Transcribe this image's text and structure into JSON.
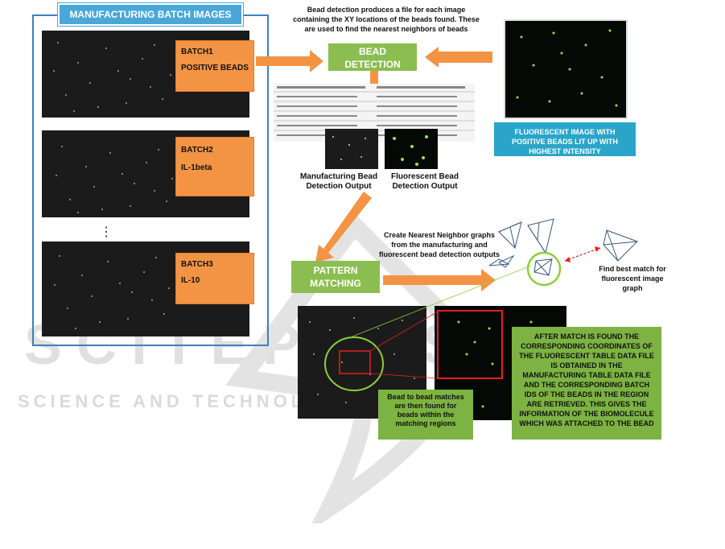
{
  "watermark": {
    "line1": "SCITEPRESS",
    "line2": "SCIENCE AND TECHNOLOGY PUBLICATIONS"
  },
  "left_panel": {
    "title": "MANUFACTURING BATCH IMAGES",
    "batches": [
      {
        "line1": "BATCH1",
        "line2": "POSITIVE BEADS"
      },
      {
        "line1": "BATCH2",
        "line2": "IL-1beta"
      },
      {
        "line1": "BATCH3",
        "line2": "IL-10"
      }
    ],
    "ellipsis": "⋮"
  },
  "top_caption": "Bead detection produces a  file for each image containing the XY locations of the beads found. These are used to find the nearest neighbors of beads",
  "bead_detection_label": "BEAD DETECTION",
  "fluorescent_label": "FLUORESCENT IMAGE WITH POSITIVE BEADS LIT UP WITH HIGHEST INTENSITY",
  "outputs": {
    "manufacturing": "Manufacturing Bead Detection Output",
    "fluorescent": "Fluorescent Bead Detection Output"
  },
  "nn_caption": "Create Nearest Neighbor graphs from the manufacturing and fluorescent  bead detection outputs",
  "pattern_matching_label": "PATTERN MATCHING",
  "best_match_caption": "Find best match for fluorescent image graph",
  "bead_match_note": "Bead to bead matches are then found for beads within the matching regions",
  "after_match_note": "AFTER MATCH IS FOUND THE CORRESPONDING COORDINATES OF THE FLUORESCENT TABLE DATA FILE IS OBTAINED IN THE MANUFACTURING TABLE DATA FILE AND THE CORRESPONDING BATCH IDS OF THE BEADS IN THE REGION ARE RETRIEVED. THIS GIVES THE INFORMATION OF THE BIOMOLECULE WHICH WAS ATTACHED TO THE BEAD",
  "colors": {
    "orange": "#f39445",
    "green": "#8cbd50",
    "blue_box": "#2aa5c9",
    "panel_border": "#3d7fc4",
    "red_box": "#e02020",
    "circle": "#8ccf3c"
  }
}
